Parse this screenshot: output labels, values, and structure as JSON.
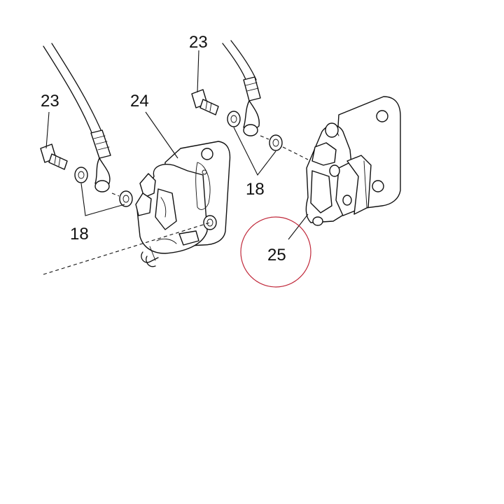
{
  "callouts": {
    "c23_top": "23",
    "c23_left": "23",
    "c24": "24",
    "c18_left": "18",
    "c18_right": "18",
    "c25": "25"
  },
  "colors": {
    "ink": "#111111",
    "highlight_ring": "#c0283a",
    "background": "#ffffff"
  }
}
